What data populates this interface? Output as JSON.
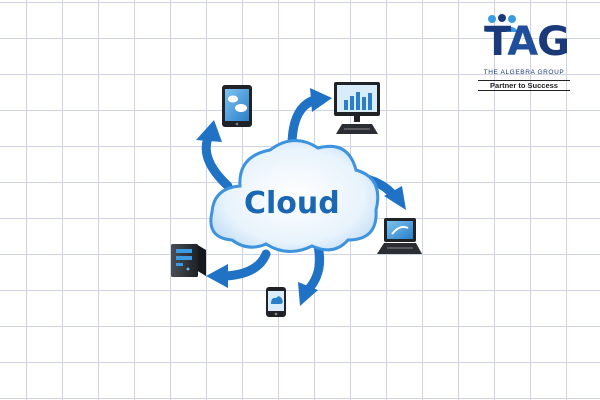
{
  "cloud": {
    "label": "Cloud"
  },
  "logo": {
    "letters": [
      "T",
      "A",
      "G"
    ],
    "company": "THE ALGEBRA GROUP",
    "tagline": "Partner to Success"
  },
  "colors": {
    "arrow": "#1f72c4",
    "cloud_fill": "#e6f2fb",
    "cloud_stroke": "#3d93dd",
    "cloud_text": "#1a67b3",
    "grid": "#cfd3e6",
    "logo_navy": "#1a3a7a",
    "logo_accent": "#3a9be0"
  },
  "devices": [
    {
      "id": "tablet",
      "icon": "tablet-icon"
    },
    {
      "id": "monitor",
      "icon": "monitor-icon"
    },
    {
      "id": "laptop",
      "icon": "laptop-icon"
    },
    {
      "id": "phone",
      "icon": "phone-icon"
    },
    {
      "id": "server",
      "icon": "server-icon"
    }
  ]
}
